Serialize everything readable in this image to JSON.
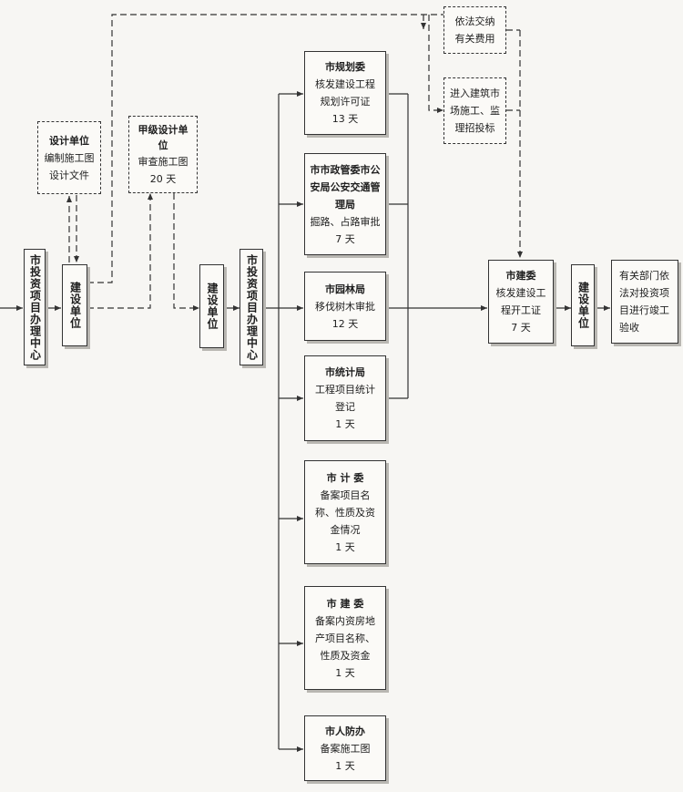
{
  "boxes": {
    "invest_center_1": "市投资项目办理中心",
    "build_unit_1": "建设单位",
    "design_unit": {
      "title": "设计单位",
      "lines": [
        "编制施工图",
        "设计文件"
      ]
    },
    "grade_a_design": {
      "title": "甲级设计单位",
      "lines": [
        "审查施工图",
        "20 天"
      ]
    },
    "build_unit_2": "建设单位",
    "invest_center_2": "市投资项目办理中心",
    "planning": {
      "title": "市规划委",
      "lines": [
        "核发建设工程",
        "规划许可证",
        "13 天"
      ]
    },
    "municipal": {
      "title": "市市政管委市公安局公安交通管理局",
      "lines": [
        "掘路、占路审批",
        "7 天"
      ]
    },
    "garden": {
      "title": "市园林局",
      "lines": [
        "移伐树木审批",
        "12 天"
      ]
    },
    "statistics": {
      "title": "市统计局",
      "lines": [
        "工程项目统计",
        "登记",
        "1 天"
      ]
    },
    "plan_comm": {
      "title": "市 计 委",
      "lines": [
        "备案项目名",
        "称、性质及资",
        "金情况",
        "1 天"
      ]
    },
    "construct_comm_record": {
      "title": "市 建 委",
      "lines": [
        "备案内资房地",
        "产项目名称、",
        "性质及资金",
        "1 天"
      ]
    },
    "civil_defense": {
      "title": "市人防办",
      "lines": [
        "备案施工图",
        "1 天"
      ]
    },
    "fees": {
      "lines": [
        "依法交纳",
        "有关费用"
      ]
    },
    "tender": {
      "lines": [
        "进入建筑市",
        "场施工、监",
        "理招投标"
      ]
    },
    "construct_comm": {
      "title": "市建委",
      "lines": [
        "核发建设工",
        "程开工证",
        "7 天"
      ]
    },
    "build_unit_3": "建设单位",
    "acceptance": {
      "lines": [
        "有关部门依",
        "法对投资项",
        "目进行竣工",
        "验收"
      ]
    }
  }
}
